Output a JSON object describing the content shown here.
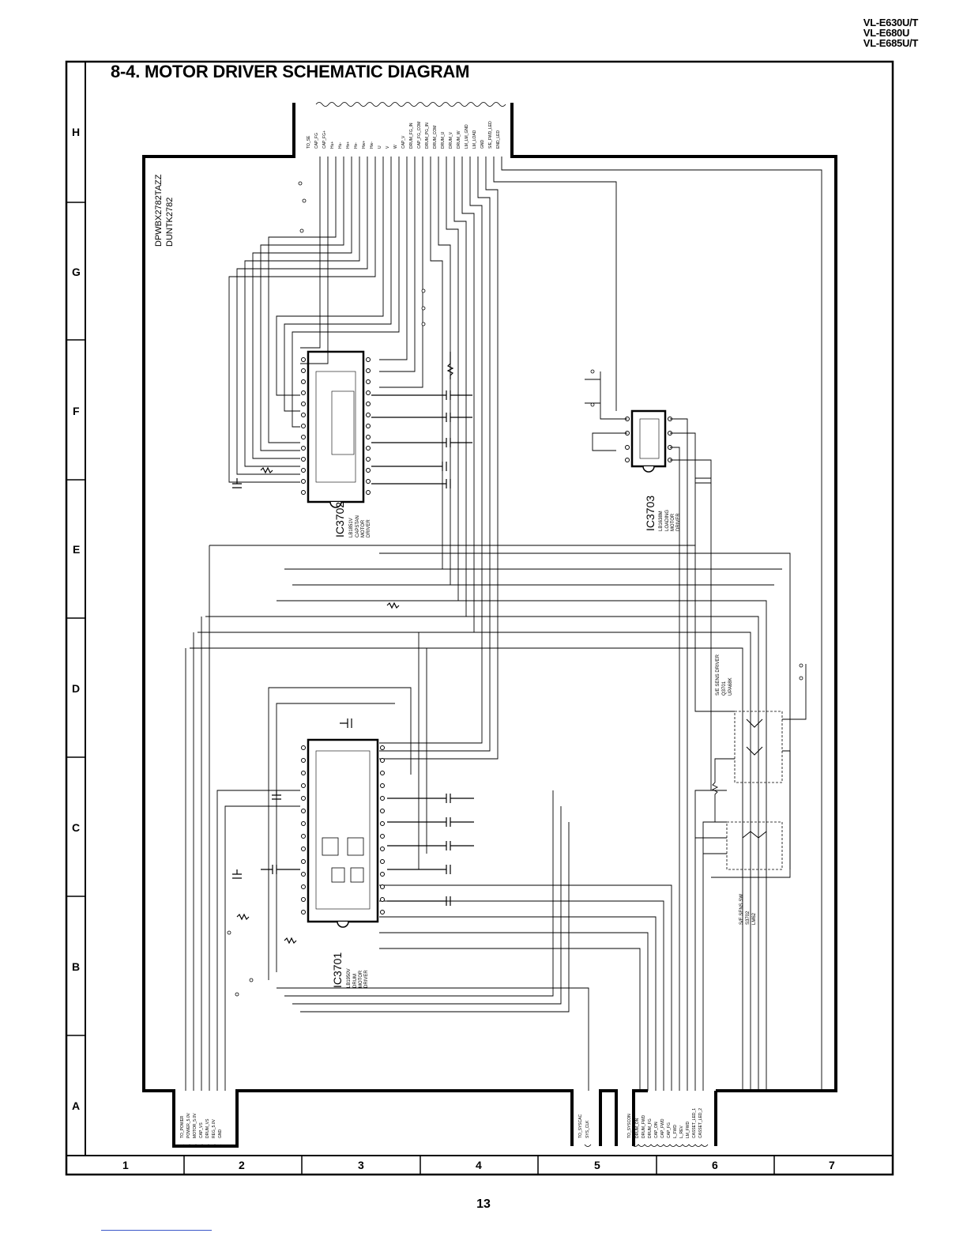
{
  "header": {
    "models": [
      "VL-E630U/T",
      "VL-E680U",
      "VL-E685U/T"
    ],
    "title": "8-4. MOTOR DRIVER SCHEMATIC DIAGRAM"
  },
  "pcb": {
    "part_number": "DPWBX2782TAZZ",
    "unit_code": "DUNTK2782"
  },
  "grid": {
    "rows": [
      "H",
      "G",
      "F",
      "E",
      "D",
      "C",
      "B",
      "A"
    ],
    "columns": [
      "1",
      "2",
      "3",
      "4",
      "5",
      "6",
      "7"
    ]
  },
  "ics": [
    {
      "ref": "IC3702",
      "part": "LB1851V",
      "desc": [
        "CAPSTAN",
        "MOTOR",
        "DRIVER"
      ]
    },
    {
      "ref": "IC3703",
      "part": "LB1638M",
      "desc": [
        "LOADING",
        "MOTOR",
        "DRIVER"
      ]
    },
    {
      "ref": "IC3701",
      "part": "LB1950V",
      "desc": [
        "DRUM",
        "MOTOR",
        "DRIVER"
      ]
    }
  ],
  "sensors": [
    {
      "label": "S/E SENS DRIVER",
      "ref": "Q3701",
      "part": "UPA68K"
    },
    {
      "label": "S/E SENS SW",
      "ref": "S3702",
      "part": "LM62"
    }
  ],
  "connectors": {
    "top": {
      "name": "TO_SE",
      "pins": [
        "CAP_FG",
        "CAP_FG+",
        "Hu+",
        "Hu-",
        "Hv+",
        "Hv-",
        "Hw+",
        "Hw-",
        "U",
        "V",
        "W",
        "CAP_V",
        "DRUM_FG_IN",
        "CAP_FG_COM",
        "DRUM_PG_IN",
        "DRUM_COM",
        "DRUM_U",
        "DRUM_V",
        "DRUM_W",
        "LM_LM_GND",
        "LM_LOAD",
        "GND",
        "S/E_FWD_LED",
        "END_LED"
      ]
    },
    "bottom_left": {
      "name": "TO_POWER",
      "pins": [
        "POWER_5.0V",
        "MOTOR_5.0V",
        "CAP_VS",
        "DRUM_VS",
        "REG_5.0V",
        "GND"
      ]
    },
    "bottom_mid": {
      "name": "TO_SYSCAC",
      "pins": [
        "SYS_CLK"
      ]
    },
    "bottom_right": {
      "name": "TO_SYSCON",
      "pins": [
        "DRUM_ON",
        "DRUM_FWD",
        "DRUM_FG",
        "CAP_ON",
        "CAP_FWD",
        "CAP_FG",
        "L_FWD",
        "L_REV",
        "LM_FWD",
        "CASSET_LED_1",
        "CASSET_LED_2"
      ]
    }
  },
  "page_number": "13"
}
